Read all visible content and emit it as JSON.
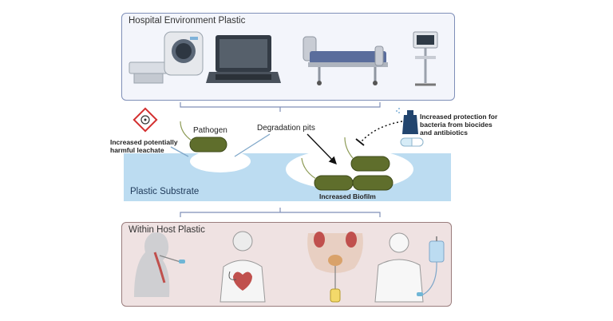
{
  "top_panel": {
    "title": "Hospital Environment Plastic"
  },
  "bottom_panel": {
    "title": "Within Host Plastic"
  },
  "substrate": {
    "label": "Plastic Substrate"
  },
  "labels": {
    "pathogen": "Pathogen",
    "degradation_pits": "Degradation pits",
    "leachate": [
      "Increased potentially",
      "harmful leachate"
    ],
    "protection": [
      "Increased protection for",
      "bacteria  from biocides",
      "and antibiotics"
    ],
    "biofilm": "Increased Biofilm"
  },
  "icons": [
    "ct-scanner-icon",
    "laptop-icon",
    "hospital-bed-icon",
    "monitor-stand-icon",
    "biohazard-warning-icon",
    "spray-bottle-icon",
    "pill-capsule-icon",
    "bacterium-icon",
    "intubated-patient-icon",
    "heart-pacemaker-icon",
    "urinary-catheter-icon",
    "iv-drip-patient-icon"
  ],
  "colors": {
    "top_panel_border": "#7f8fb8",
    "bottom_panel_border": "#9a7d7d",
    "substrate": "#bcdcf1",
    "bacterium": "#5f6e2c",
    "spray": "#22456e"
  }
}
